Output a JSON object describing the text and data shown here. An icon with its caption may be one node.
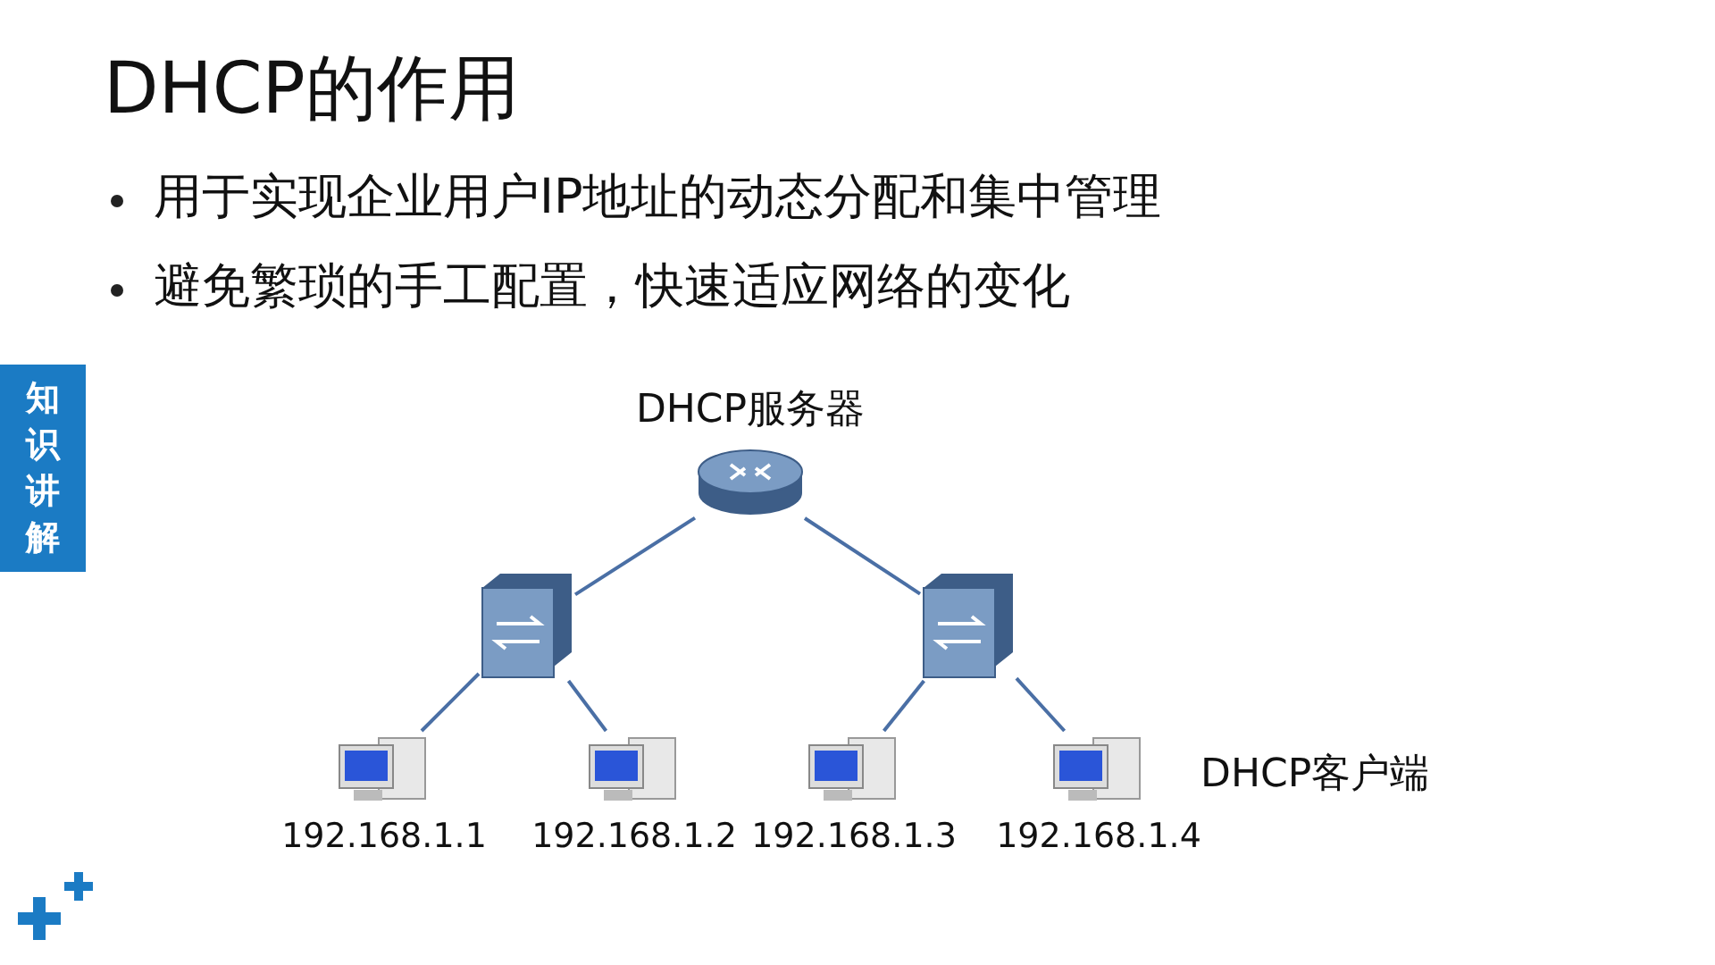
{
  "diagram": {
    "title": "DHCP的作用",
    "nodes": [
      {
        "text": [],
        "shape": "router",
        "beside": [
          "DHCP服务器"
        ]
      },
      {
        "text": [],
        "shape": "switch"
      },
      {
        "text": [],
        "shape": "switch"
      },
      {
        "text": [],
        "shape": "computer",
        "beside": [
          "192.168.1.1"
        ]
      },
      {
        "text": [],
        "shape": "computer",
        "beside": [
          "192.168.1.2"
        ]
      },
      {
        "text": [],
        "shape": "computer",
        "beside": [
          "192.168.1.3"
        ]
      },
      {
        "text": [],
        "shape": "computer",
        "beside": [
          "192.168.1.4"
        ]
      }
    ],
    "edges": [
      {
        "from": 0,
        "to": 1,
        "arrow": "none"
      },
      {
        "from": 0,
        "to": 2,
        "arrow": "none"
      },
      {
        "from": 1,
        "to": 3,
        "arrow": "none"
      },
      {
        "from": 1,
        "to": 4,
        "arrow": "none"
      },
      {
        "from": 2,
        "to": 5,
        "arrow": "none"
      },
      {
        "from": 2,
        "to": 6,
        "arrow": "none"
      }
    ],
    "labels": [
      "用于实现企业用户IP地址的动态分配和集中管理",
      "避免繁琐的手工配置，快速适应网络的变化",
      "知识讲解",
      "DHCP客户端"
    ]
  }
}
